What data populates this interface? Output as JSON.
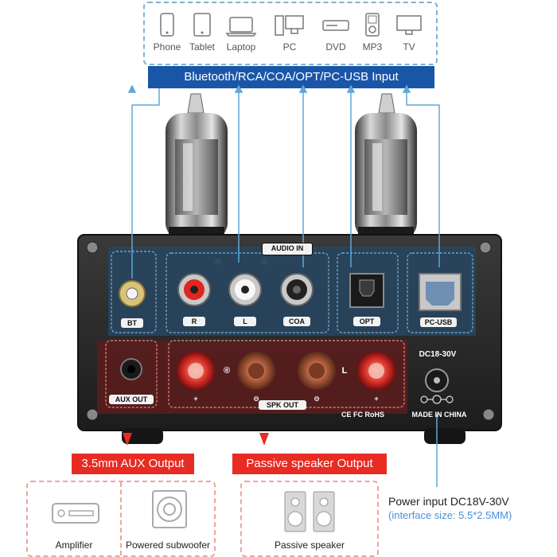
{
  "sources": {
    "items": [
      {
        "label": "Phone"
      },
      {
        "label": "Tablet"
      },
      {
        "label": "Laptop"
      },
      {
        "label": "PC"
      },
      {
        "label": "DVD"
      },
      {
        "label": "MP3"
      },
      {
        "label": "TV"
      }
    ]
  },
  "input_banner": {
    "text": "Bluetooth/RCA/COA/OPT/PC-USB Input"
  },
  "device": {
    "audio_in_label": "AUDIO IN",
    "jacks": {
      "bt": "BT",
      "r": "R",
      "l": "L",
      "coa": "COA",
      "opt": "OPT",
      "pc_usb": "PC-USB"
    },
    "aux_out": "AUX OUT",
    "spk_out": "SPK OUT",
    "right_mark": "®",
    "left_mark": "L",
    "plus": "+",
    "minus": "⊖",
    "power_label": "DC18-30V",
    "certifications": "CE FC RoHS",
    "made_in": "MADE IN CHINA"
  },
  "outputs": {
    "aux_banner": "3.5mm AUX Output",
    "speaker_banner": "Passive speaker Output",
    "amplifier": "Amplifier",
    "subwoofer": "Powered subwoofer",
    "passive_speaker": "Passive speaker"
  },
  "power_info": {
    "title": "Power input DC18V-30V",
    "interface": "(interface size: 5.5*2.5MM)"
  },
  "colors": {
    "banner_blue": "#1a56a8",
    "output_red": "#e82b23",
    "accent_line": "#5fa8d8"
  }
}
